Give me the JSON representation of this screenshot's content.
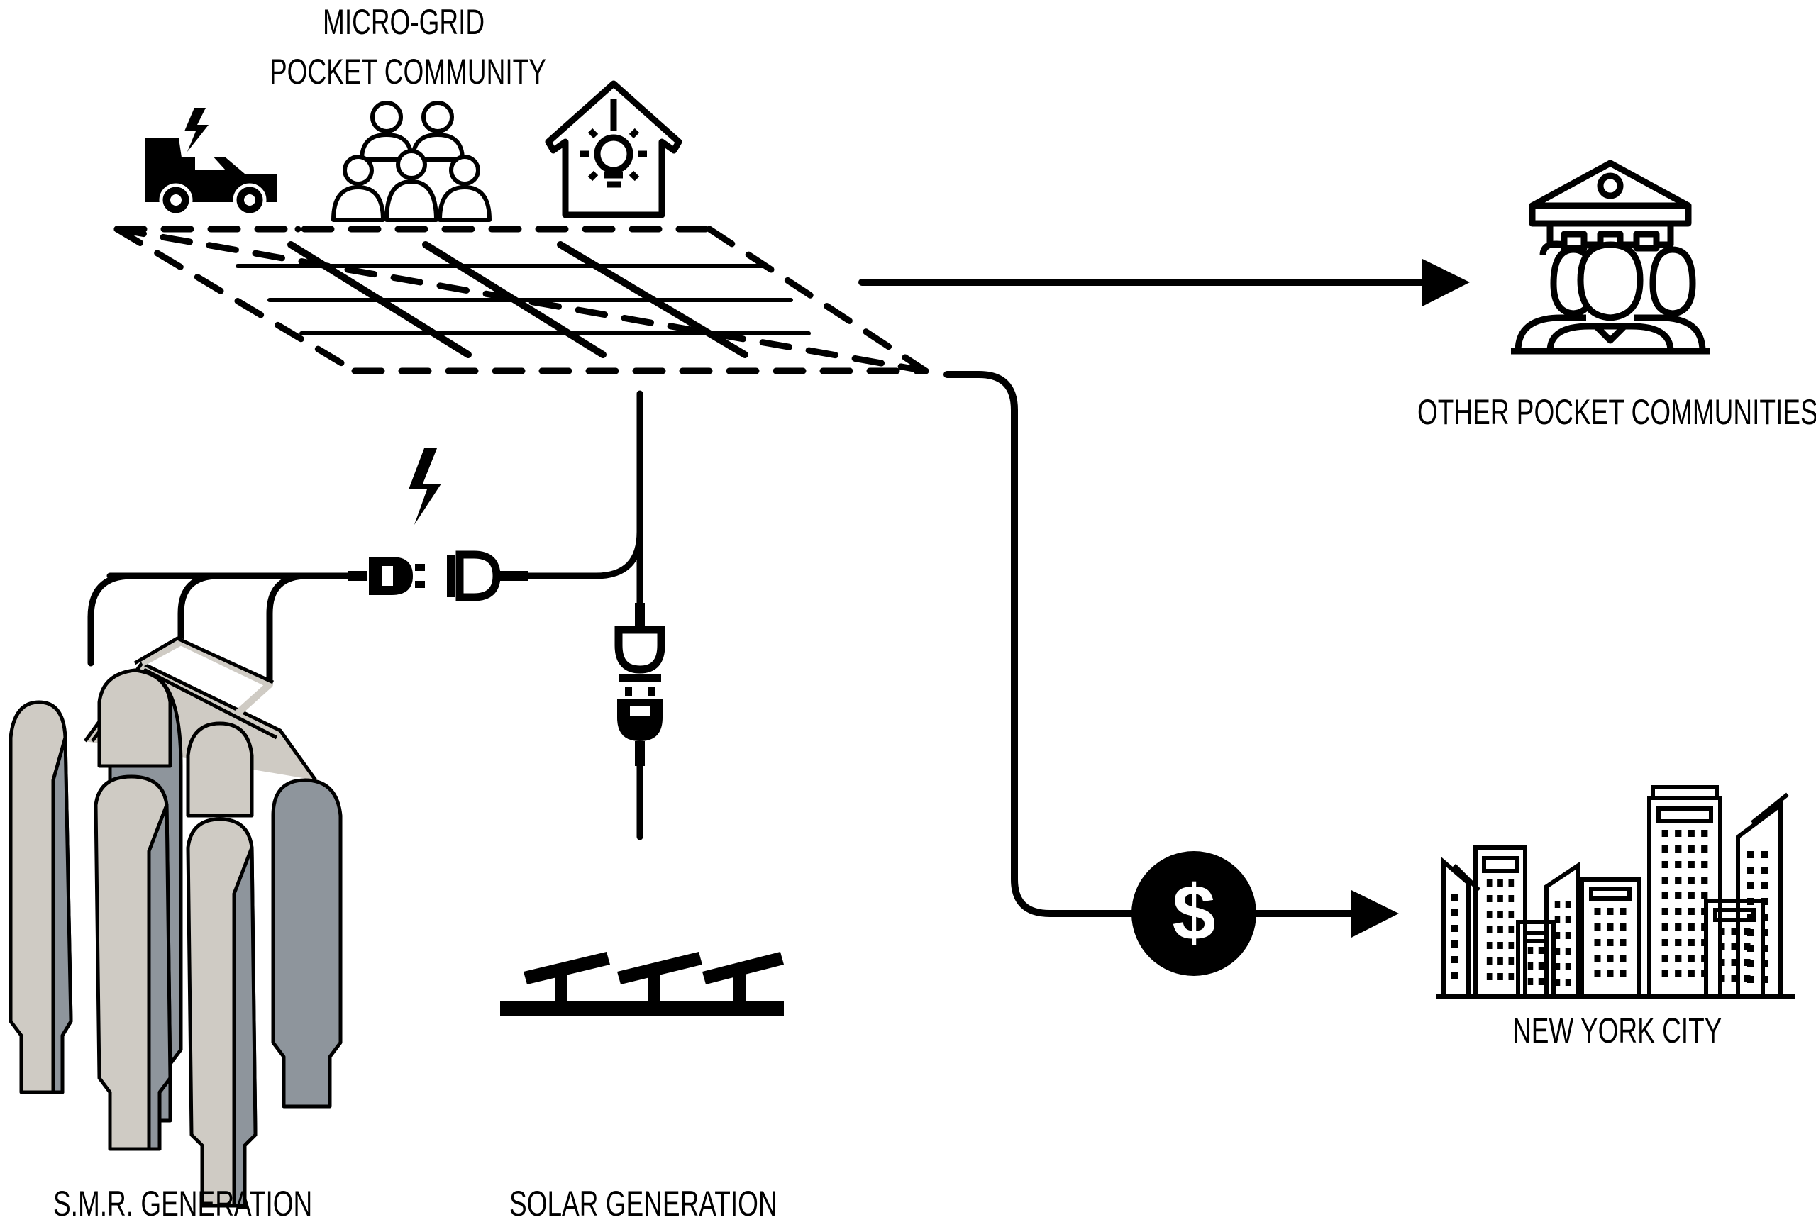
{
  "labels": {
    "micro_grid_line1": "MICRO-GRID",
    "micro_grid_line2": "POCKET COMMUNITY",
    "other_communities": "OTHER POCKET COMMUNITIES",
    "new_york_city": "NEW YORK CITY",
    "smr_generation": "S.M.R. GENERATION",
    "solar_generation": "SOLAR GENERATION"
  },
  "symbols": {
    "money": "$"
  },
  "icons": {
    "micro_grid_members": [
      "electric-car-icon",
      "community-group-icon",
      "smart-home-icon"
    ],
    "destination_1": "institution-people-icon",
    "destination_2": "city-skyline-icon",
    "sources": [
      "smr-reactor-modules-icon",
      "solar-panels-icon"
    ]
  },
  "colors": {
    "line": "#000000",
    "reactor_light": "#cfcbc4",
    "reactor_dark": "#8e959c",
    "background": "#ffffff"
  }
}
